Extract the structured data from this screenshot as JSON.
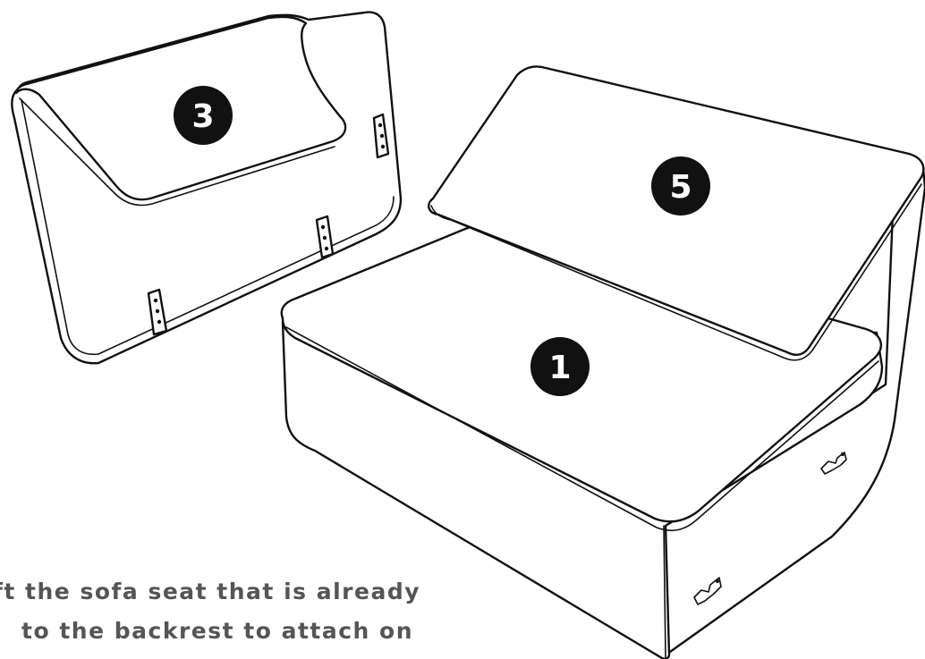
{
  "colors": {
    "line": "#111111",
    "badge": "#111111",
    "badge_text": "#ffffff",
    "caption": "#555555",
    "background": "#ffffff"
  },
  "parts": {
    "backrest": {
      "badge": "3"
    },
    "back_cushion": {
      "badge": "5"
    },
    "seat": {
      "badge": "1"
    }
  },
  "caption": {
    "line_1": "ft the sofa seat that is already",
    "line_2": "to the backrest to attach on"
  }
}
